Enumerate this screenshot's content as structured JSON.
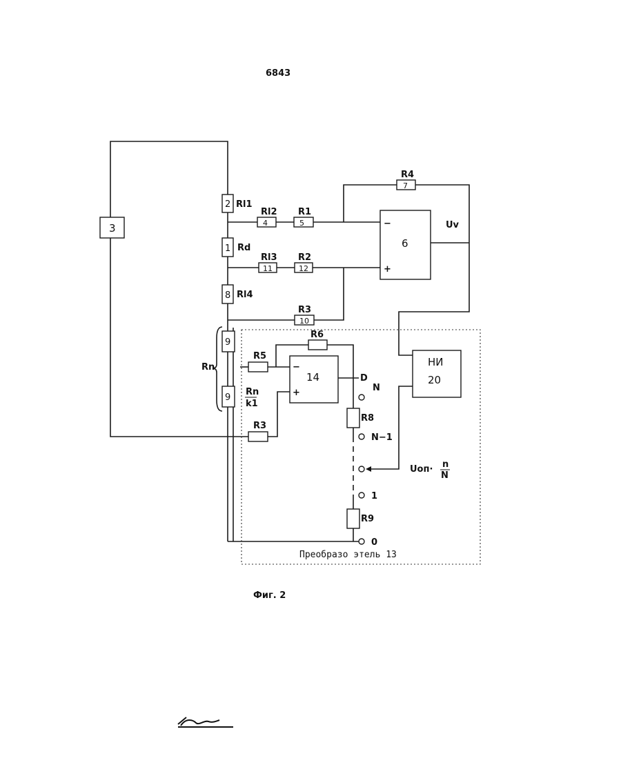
{
  "page_number": "6843",
  "caption": "Фиг. 2",
  "converter_label": "Преобразо этель 13",
  "blocks": {
    "b3": "3",
    "b6": "6",
    "b14": "14",
    "ni_top": "НИ",
    "ni_bottom": "20"
  },
  "components": {
    "c2": "2",
    "c1": "1",
    "c8": "8",
    "c9a": "9",
    "c9b": "9",
    "c4": "4",
    "c5": "5",
    "c11": "11",
    "c12": "12",
    "c10": "10",
    "c7": "7"
  },
  "labels": {
    "rl1": "Rl1",
    "rd": "Rd",
    "rl4": "Rl4",
    "rl2": "Rl2",
    "r1": "R1",
    "rl3": "Rl3",
    "r2": "R2",
    "r3_top": "R3",
    "r4": "R4",
    "r6": "R6",
    "r5": "R5",
    "r3_bottom": "R3",
    "r8": "R8",
    "r9": "R9",
    "rn": "Rn",
    "rn_k1_num": "Rn",
    "rn_k1_den": "k1",
    "uv": "Uv",
    "d": "D",
    "minus": "−",
    "plus": "+",
    "minus14": "−",
    "plus14": "+",
    "uon": "Uоп·",
    "uon_num": "n",
    "uon_den": "N",
    "term_n": "N",
    "term_n1": "N−1",
    "term_1": "1",
    "term_0": "0"
  },
  "signature": "ДКнп"
}
